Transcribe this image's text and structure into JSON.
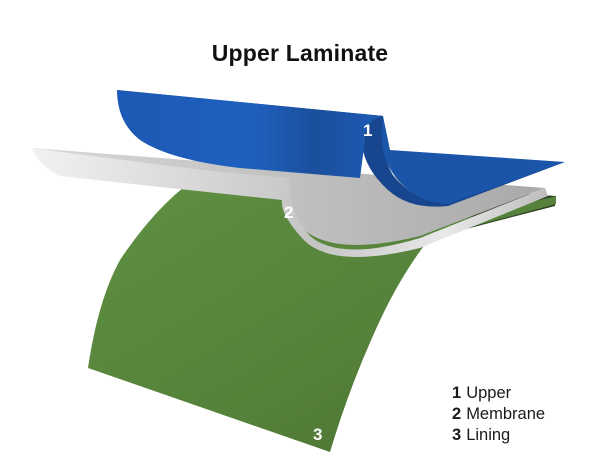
{
  "title": "Upper Laminate",
  "layers": [
    {
      "number": "1",
      "label": "Upper",
      "color": "#1f5fb8"
    },
    {
      "number": "2",
      "label": "Membrane",
      "color": "#c9c9c9"
    },
    {
      "number": "3",
      "label": "Lining",
      "color": "#5c8a3e"
    }
  ]
}
